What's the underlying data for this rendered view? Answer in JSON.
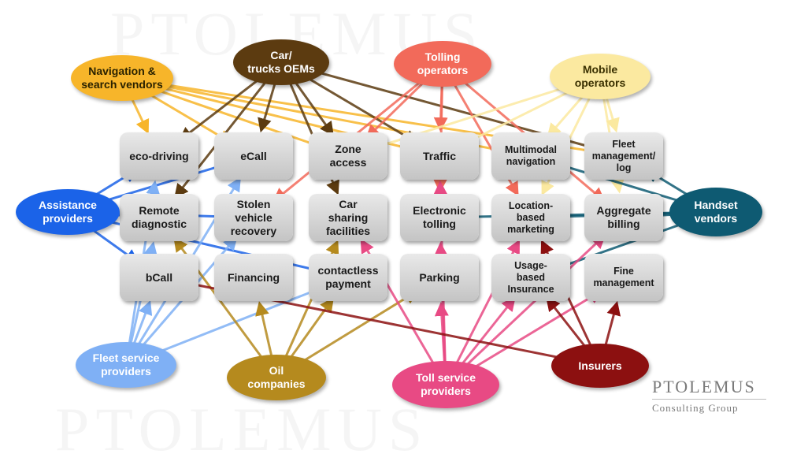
{
  "colors": {
    "nav": "#f7b52a",
    "oem": "#5c3b10",
    "tolling": "#f26a5a",
    "mobile": "#fbe9a0",
    "assist": "#1b63e8",
    "handset": "#0e5a72",
    "fleet_sp": "#7fb0f5",
    "oil": "#b58a1e",
    "toll_sp": "#e84a84",
    "insurers": "#8c1010"
  },
  "actors": {
    "nav": "Navigation &\nsearch vendors",
    "oem": "Car/\ntrucks OEMs",
    "tolling": "Tolling\noperators",
    "mobile": "Mobile\noperators",
    "assist": "Assistance\nproviders",
    "handset": "Handset\nvendors",
    "fleet_sp": "Fleet service\nproviders",
    "oil": "Oil\ncompanies",
    "toll_sp": "Toll service\nproviders",
    "insurers": "Insurers"
  },
  "services": {
    "eco_driving": "eco-driving",
    "ecall": "eCall",
    "zone_access": "Zone\naccess",
    "traffic": "Traffic",
    "multimodal": "Multimodal\nnavigation",
    "fleet_mgmt": "Fleet\nmanagement/\nlog",
    "remote_diag": "Remote\ndiagnostic",
    "stolen": "Stolen\nvehicle\nrecovery",
    "car_sharing": "Car\nsharing\nfacilities",
    "etolling": "Electronic\ntolling",
    "lbm": "Location-\nbased\nmarketing",
    "agg_billing": "Aggregate\nbilling",
    "bcall": "bCall",
    "financing": "Financing",
    "contactless": "contactless\npayment",
    "parking": "Parking",
    "ubi": "Usage-\nbased\nInsurance",
    "fine_mgmt": "Fine\nmanagement"
  },
  "logo": {
    "name": "PTOLEMUS",
    "sub": "Consulting Group"
  }
}
